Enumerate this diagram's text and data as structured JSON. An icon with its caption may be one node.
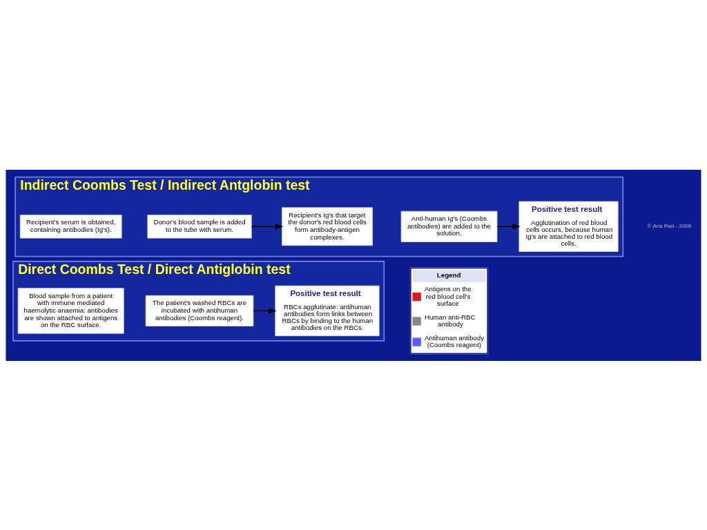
{
  "diagram": {
    "nodes": [
      {
        "text": [
          "Direct Coombs Test / Direct Antiglobin test"
        ]
      },
      {
        "text": [
          "Blood sample from a patient with immune mediated haemolytic anaemia: antibodies are shown attached to antigens on the RBC surface."
        ],
        "in": 0
      },
      {
        "text": [
          "The patient's washed RBCs are incubated with antihuman antibodies (Coombs reagent)."
        ],
        "in": 0
      },
      {
        "text": [
          "Positive test result",
          "RBCs agglutinate: antihuman antibodies form links between RBCs by binding to the human antibodies on the RBCs."
        ],
        "in": 0
      },
      {
        "text": [
          "Indirect Coombs Test / Indirect Antglobin test"
        ]
      },
      {
        "text": [
          "Recipient's serum is obtained, containing antibodies (Ig's)."
        ],
        "in": 4
      },
      {
        "text": [
          "Donor's blood sample is added to the tube with serum."
        ],
        "in": 4
      },
      {
        "text": [
          "Recipient's Ig's that target the donor's red blood cells form antibody-antigen complexes."
        ],
        "in": 4
      },
      {
        "text": [
          "Anti-human Ig's (Coombs antibodies) are added to the solution."
        ],
        "in": 4
      },
      {
        "text": [
          "Positive test result",
          "Agglutination of red blood cells occurs, because human Ig's are attached to red blood cells."
        ],
        "in": 4
      }
    ],
    "edges": [
      {
        "from": 2,
        "to": 3,
        "arrow": "to"
      },
      {
        "from": 6,
        "to": 7,
        "arrow": "to"
      },
      {
        "from": 8,
        "to": 9,
        "arrow": "to"
      }
    ],
    "labels": [
      "Legend",
      "© Aria Rad - 2006"
    ],
    "legend": [
      {
        "text": "Antigens on the red blood cell's surface"
      },
      {
        "text": "Human anti-RBC antibody"
      },
      {
        "text": "Antihuman antibody (Coombs reagent)"
      }
    ]
  }
}
